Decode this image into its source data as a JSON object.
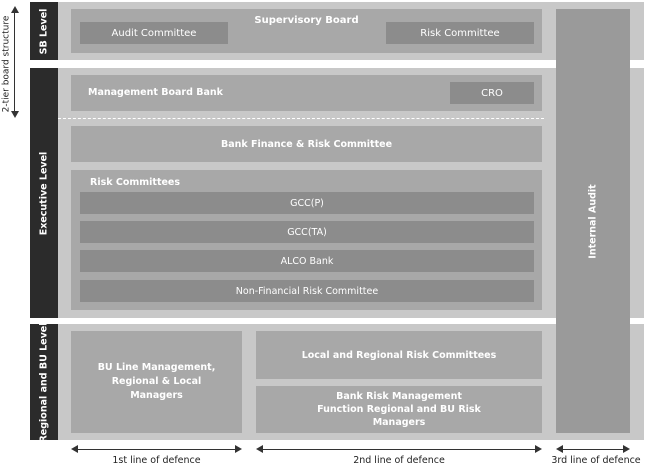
{
  "side_label": "2-tier board structure",
  "levels": {
    "sb": "SB Level",
    "executive": "Executive Level",
    "regional": "Regional and BU Level"
  },
  "sb": {
    "title": "Supervisory Board",
    "audit_committee": "Audit Committee",
    "risk_committee": "Risk Committee"
  },
  "executive": {
    "management_board": "Management Board Bank",
    "cro": "CRO",
    "bfrc": "Bank Finance & Risk Committee",
    "risk_committees_title": "Risk Committees",
    "committees": [
      "GCC(P)",
      "GCC(TA)",
      "ALCO Bank",
      "Non-Financial Risk Committee"
    ]
  },
  "regional": {
    "bu_line": "BU Line Management, Regional & Local Managers",
    "local_regional": "Local and Regional Risk Committees",
    "brmf": "Bank Risk Management Function Regional and BU Risk Managers"
  },
  "internal_audit": "Internal Audit",
  "defence": {
    "first": "1st line of defence",
    "second": "2nd line of defence",
    "third": "3rd line of defence"
  }
}
